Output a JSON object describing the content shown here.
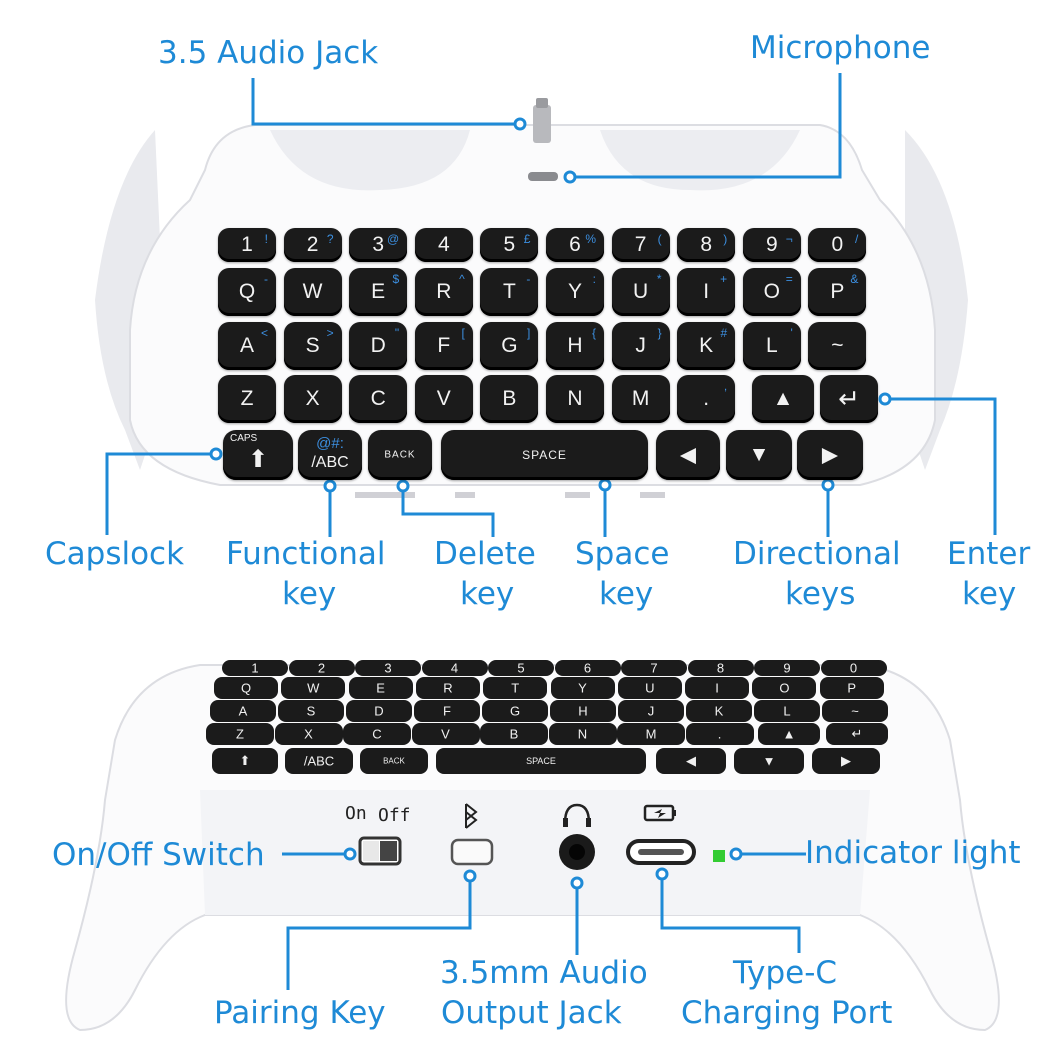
{
  "labels": {
    "audio_jack": "3.5 Audio Jack",
    "microphone": "Microphone",
    "capslock": "Capslock",
    "functional_1": "Functional",
    "functional_2": "key",
    "delete_1": "Delete",
    "delete_2": "key",
    "space_1": "Space",
    "space_2": "key",
    "directional_1": "Directional",
    "directional_2": "keys",
    "enter_1": "Enter",
    "enter_2": "key",
    "onoff_switch": "On/Off Switch",
    "indicator_light": "Indicator light",
    "pairing_key": "Pairing Key",
    "audio_out_1": "3.5mm Audio",
    "audio_out_2": "Output Jack",
    "typec_1": "Type-C",
    "typec_2": "Charging Port"
  },
  "device_labels": {
    "on": "On",
    "off": "Off"
  },
  "keys": {
    "row1": [
      {
        "main": "1",
        "sub": "!"
      },
      {
        "main": "2",
        "sub": "?"
      },
      {
        "main": "3",
        "sub": "@"
      },
      {
        "main": "4",
        "sub": ""
      },
      {
        "main": "5",
        "sub": "£"
      },
      {
        "main": "6",
        "sub": "%"
      },
      {
        "main": "7",
        "sub": "("
      },
      {
        "main": "8",
        "sub": ")"
      },
      {
        "main": "9",
        "sub": "¬"
      },
      {
        "main": "0",
        "sub": "/"
      }
    ],
    "row2": [
      {
        "main": "Q",
        "sub": "-"
      },
      {
        "main": "W",
        "sub": ""
      },
      {
        "main": "E",
        "sub": "$"
      },
      {
        "main": "R",
        "sub": "^"
      },
      {
        "main": "T",
        "sub": "-"
      },
      {
        "main": "Y",
        "sub": ":"
      },
      {
        "main": "U",
        "sub": "*"
      },
      {
        "main": "I",
        "sub": "+"
      },
      {
        "main": "O",
        "sub": "="
      },
      {
        "main": "P",
        "sub": "&"
      }
    ],
    "row3": [
      {
        "main": "A",
        "sub": "<"
      },
      {
        "main": "S",
        "sub": ">"
      },
      {
        "main": "D",
        "sub": "\""
      },
      {
        "main": "F",
        "sub": "["
      },
      {
        "main": "G",
        "sub": "]"
      },
      {
        "main": "H",
        "sub": "{"
      },
      {
        "main": "J",
        "sub": "}"
      },
      {
        "main": "K",
        "sub": "#"
      },
      {
        "main": "L",
        "sub": "'"
      },
      {
        "main": "~",
        "sub": ""
      }
    ],
    "row4": [
      {
        "main": "Z",
        "sub": ""
      },
      {
        "main": "X",
        "sub": ""
      },
      {
        "main": "C",
        "sub": ""
      },
      {
        "main": "V",
        "sub": ""
      },
      {
        "main": "B",
        "sub": ""
      },
      {
        "main": "N",
        "sub": ""
      },
      {
        "main": "M",
        "sub": ""
      },
      {
        "main": ".",
        "sub": ","
      }
    ],
    "caps_top": "CAPS",
    "caps_arrow": "⬆",
    "func_top": "@#:",
    "func_bottom": "/ABC",
    "back": "BACK",
    "space": "SPACE",
    "up_arrow": "▲",
    "enter_glyph": "↵",
    "left_arrow": "◀",
    "down_arrow": "▼",
    "right_arrow": "▶"
  },
  "colors": {
    "accent": "#1e8ad6",
    "indicator": "#33cc33",
    "key": "#1b1b1b",
    "body": "#ffffff"
  }
}
